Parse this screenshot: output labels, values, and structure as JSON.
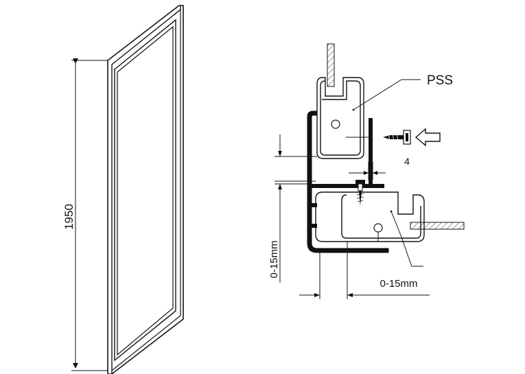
{
  "diagram": {
    "panel": {
      "height_label": "1950"
    },
    "detail": {
      "profile_label": "PSS",
      "screw_gap_label": "4",
      "vertical_adjust_label": "0-15mm",
      "horizontal_adjust_label": "0-15mm"
    },
    "colors": {
      "line": "#111111",
      "background": "#ffffff"
    }
  }
}
